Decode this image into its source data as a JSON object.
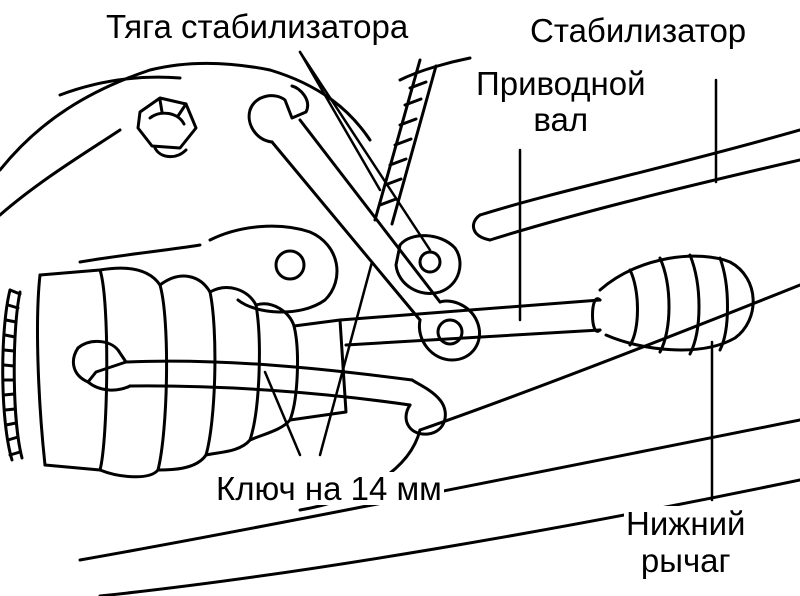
{
  "labels": {
    "stabilizer_link": "Тяга стабилизатора",
    "stabilizer": "Стабилизатор",
    "drive_shaft_line1": "Приводной",
    "drive_shaft_line2": "вал",
    "wrench": "Ключ на 14 мм",
    "lower_arm_line1": "Нижний",
    "lower_arm_line2": "рычаг"
  },
  "colors": {
    "ink": "#000000",
    "paper": "#ffffff"
  }
}
